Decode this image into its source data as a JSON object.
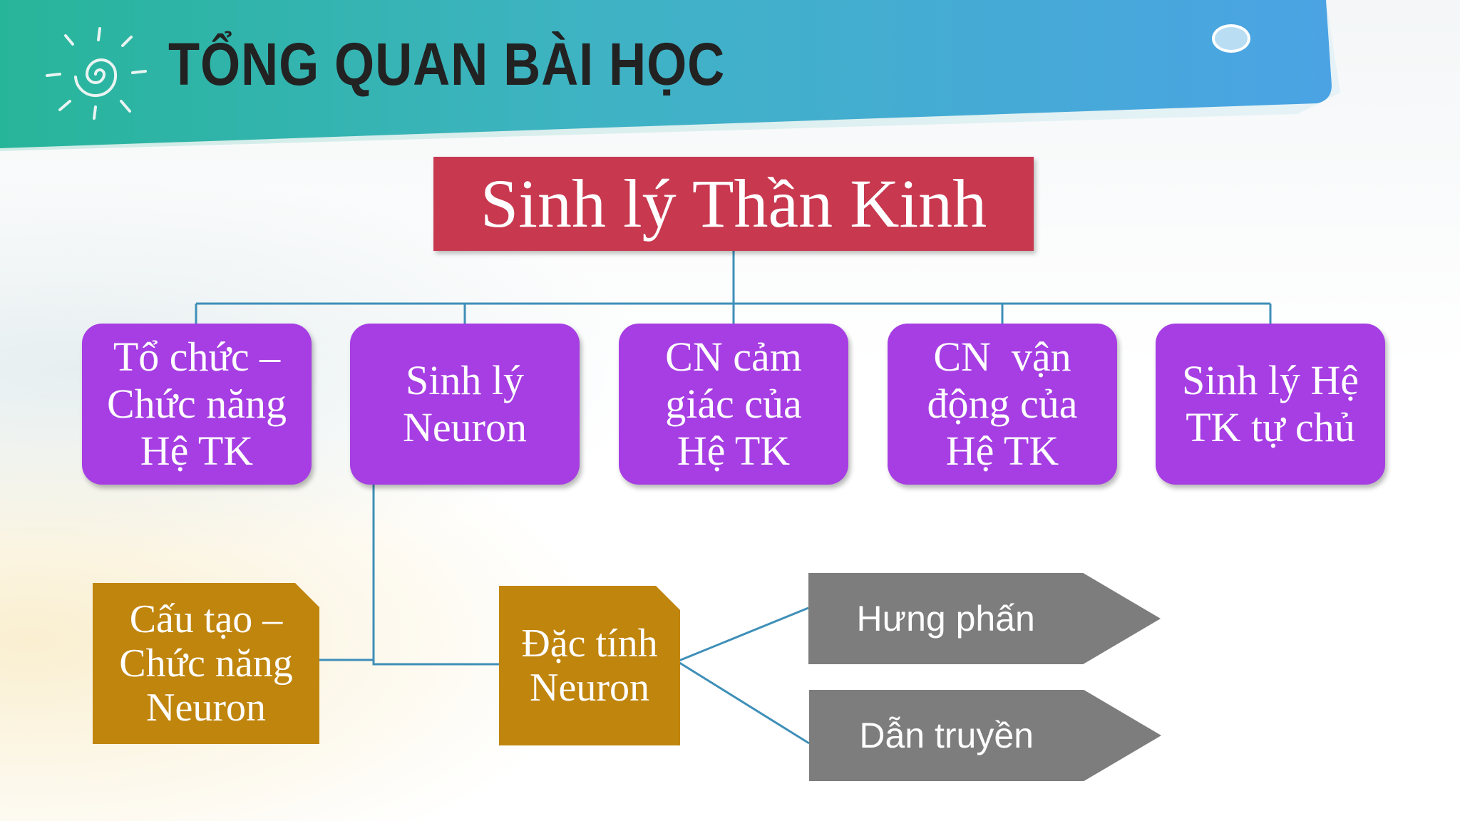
{
  "header": {
    "title": "TỔNG QUAN BÀI HỌC"
  },
  "diagram": {
    "root": "Sinh lý Thần Kinh",
    "branches": [
      {
        "lines": [
          "Tổ chức –",
          "Chức năng",
          "Hệ TK"
        ]
      },
      {
        "lines": [
          "Sinh lý",
          "Neuron"
        ]
      },
      {
        "lines": [
          "CN cảm",
          "giác của",
          "Hệ TK"
        ]
      },
      {
        "lines": [
          "CN  vận",
          "động của",
          "Hệ TK"
        ]
      },
      {
        "lines": [
          "Sinh lý Hệ",
          "TK tự chủ"
        ]
      }
    ],
    "neuron_topics": [
      {
        "lines": [
          "Cấu tạo –",
          "Chức năng",
          "Neuron"
        ]
      },
      {
        "lines": [
          "Đặc tính",
          "Neuron"
        ]
      }
    ],
    "properties": [
      "Hưng phấn",
      "Dẫn truyền"
    ]
  },
  "colors": {
    "root": "#c8384f",
    "branch": "#a63ee3",
    "topic": "#c0850d",
    "property": "#7d7d7d",
    "connector": "#3e8fb8"
  }
}
